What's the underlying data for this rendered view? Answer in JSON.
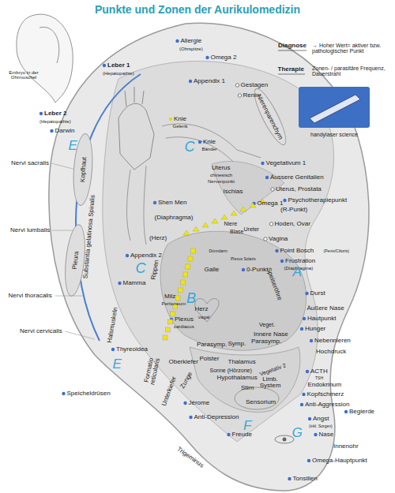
{
  "diagram": {
    "title": "Punkte und Zonen der Aurikulomedizin",
    "nodes": [
      {
        "text": [
          "Kopfhaut"
        ]
      },
      {
        "text": [
          "Pleura"
        ]
      },
      {
        "text": [
          "Nierenparenchym"
        ]
      }
    ],
    "labels": [
      "Embryo in der Ohrmuschel",
      "Allergie",
      "(Ohrspitze)",
      "Omega 2",
      "Leber 1",
      "(Hepatopathie)",
      "Appendix 1",
      "Gestagen",
      "Renin",
      "Leber 2",
      "(Hepatopathie)",
      "Darwin",
      "E",
      "Knie",
      "Gelenk",
      "Knie",
      "Bänder",
      "C",
      "Uterus",
      "chinesisch",
      "Nervenpunkt",
      "Vegetativum 1",
      "Äussere Genitalien",
      "Uterus, Prostata",
      "Psychotherapiepunkt",
      "(R-Punkt)",
      "Ischias",
      "Omega 1",
      "Hoden, Ovar",
      "Shen Men",
      "(Diaphragma)",
      "Niere",
      "Blase",
      "Ureter",
      "Vagina",
      "Point Bosch",
      "(Penis/Clitoris)",
      "Frustration",
      "(Diaphragma)",
      "0-Punkt",
      "(Herz)",
      "Appendix 2",
      "Rippen",
      "Mamma",
      "C",
      "Galle",
      "Dünndarm",
      "Plexus Solaris",
      "Speiseröhre",
      "A",
      "Milz",
      "Peritoneum",
      "B",
      "Herz",
      "vagal",
      "Plexus",
      "cardiacus",
      "Durst",
      "Äußere Nase",
      "Hautpunkt",
      "Hunger",
      "Veget.",
      "Innere Nase",
      "Nebennieren",
      "Hochdruck",
      "Halsmuskeln",
      "Thyreoidea",
      "Parasymp.",
      "Symp.",
      "Parasymp.",
      "ACTH",
      "TSH",
      "Endokrinum",
      "Polster",
      "Thalamus",
      "Vegetativ 2",
      "Kopfschmerz",
      "Sonne (Hörzone)",
      "Hypothalamus",
      "Anti-Aggression",
      "Oberkiefer",
      "E",
      "Formatio reticularis",
      "Stirn",
      "Limb. System",
      "Zunge",
      "Unterkiefer",
      "Speicheldrüsen",
      "Sensorium",
      "Jérome",
      "Angst",
      "(inkl. Sorgen)",
      "Begierde",
      "Anti-Depression",
      "F",
      "G",
      "Nase",
      "Freude",
      "Innenohr",
      "Trigeminus",
      "Omega-Hauptpunkt",
      "Tonsillen",
      "Nervi sacralis",
      "Nervi lumbalis",
      "Nervi thoracalis",
      "Nervi cervicalis",
      "Substantia gelatinosa Spinalis",
      "Diagnose",
      "→ Hoher Wert= aktiver bzw. pathologischer Punkt",
      "Therapie",
      "Zonen- / parasitäre Frequenz, Dauerstrahl",
      "handylaser science"
    ]
  }
}
